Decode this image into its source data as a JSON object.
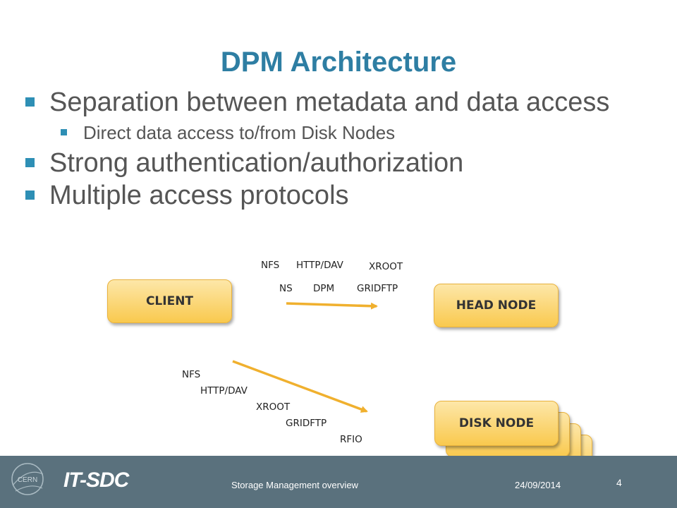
{
  "title": "DPM Architecture",
  "bullets": [
    "Separation between metadata and data access",
    "Direct data access to/from Disk Nodes",
    "Strong authentication/authorization",
    "Multiple access protocols"
  ],
  "diagram": {
    "nodes": {
      "client": "CLIENT",
      "head": "HEAD NODE",
      "disk": "DISK NODE"
    },
    "head_protocols": [
      "NFS",
      "HTTP/DAV",
      "XROOT",
      "NS",
      "DPM",
      "GRIDFTP"
    ],
    "disk_protocols": [
      "NFS",
      "HTTP/DAV",
      "XROOT",
      "GRIDFTP",
      "RFIO"
    ]
  },
  "footer": {
    "brand": "IT-SDC",
    "logo_text": "CERN",
    "presentation": "Storage Management overview",
    "date": "24/09/2014",
    "page": "4"
  },
  "colors": {
    "title": "#2e7ea3",
    "bullet_marker": "#2e8fb5",
    "box_fill": "#f9c94e",
    "arrow": "#f0b02e",
    "footer_bg": "#5a717d"
  }
}
